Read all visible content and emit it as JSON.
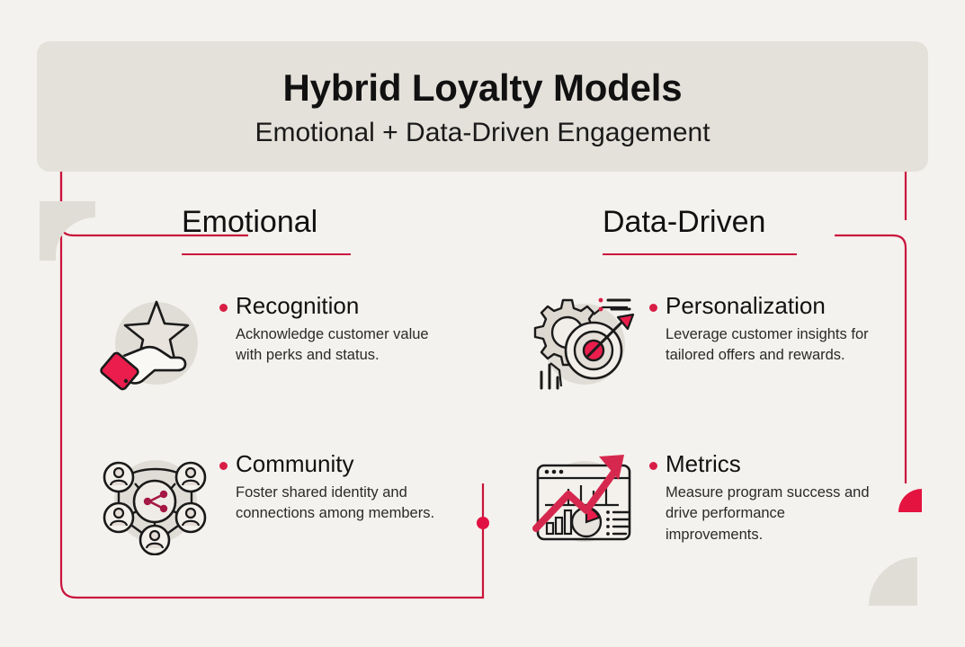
{
  "header": {
    "title": "Hybrid Loyalty Models",
    "subtitle": "Emotional + Data-Driven Engagement"
  },
  "colors": {
    "background": "#f4f2ee",
    "panel": "#e4e1da",
    "accent_crimson": "#d81e45",
    "accent_line": "#c9143c",
    "ink": "#111111",
    "body_text": "#2a2a2a",
    "icon_circle": "#e0ddd6",
    "icon_fill": "#ece9e4"
  },
  "columns": [
    {
      "id": "emotional",
      "heading": "Emotional",
      "items": [
        {
          "icon": "hand-holding-star-icon",
          "title": "Recognition",
          "description": "Acknowledge customer value with perks and status."
        },
        {
          "icon": "community-network-icon",
          "title": "Community",
          "description": "Foster shared identity and connections among members."
        }
      ]
    },
    {
      "id": "data-driven",
      "heading": "Data-Driven",
      "items": [
        {
          "icon": "gear-target-icon",
          "title": "Personalization",
          "description": "Leverage customer insights for tailored offers and rewards."
        },
        {
          "icon": "dashboard-growth-chart-icon",
          "title": "Metrics",
          "description": "Measure program success and drive performance improvements."
        }
      ]
    }
  ]
}
